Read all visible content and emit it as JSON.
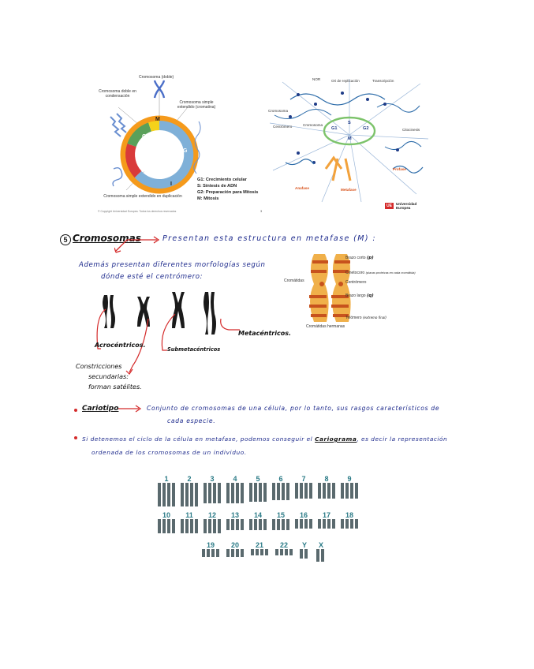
{
  "slide": {
    "cycle": {
      "label_top": "Cromosoma (doble)",
      "label_left": "Cromosoma doble en condensación",
      "label_right": "Cromosoma simple extendido (cromatina)",
      "label_bottom": "Cromosoma simple extendido en duplicación",
      "ring_letters": [
        "M",
        "G",
        "S",
        "G",
        "I"
      ],
      "legend": [
        "G1: Crecimiento celular",
        "S: Síntesis de ADN",
        "G2: Preparación para Mitosis",
        "M: Mitosis"
      ],
      "copyright": "© Copyright Universidad Europea. Todos los derechos reservados",
      "page_number": "3"
    },
    "mitosis": {
      "labels": [
        "NOR",
        "Ori de replicación",
        "Transcripción",
        "Cromosoma",
        "Cromosoma",
        "Centrómero",
        "Citocinesis",
        "Anafase",
        "Metafase",
        "Profase"
      ],
      "center": [
        "G1",
        "S",
        "G2",
        "M"
      ]
    },
    "logo": {
      "mark": "UE",
      "text": "Universidad Europea"
    }
  },
  "notes": {
    "section_number": "5",
    "section_title": "Cromosomas",
    "section_def": "Presentan esta estructura en metafase (M) :",
    "morph_intro_1": "Además presentan diferentes morfologías según",
    "morph_intro_2": "dónde esté el centrómero:",
    "types": [
      "Acrocéntricos.",
      "Submetacéntricos",
      "Metacéntricos."
    ],
    "constrictions": [
      "Constricciones",
      "secundarias:",
      "forman satélites."
    ],
    "chromosome_labels": {
      "brazo_corto": "Brazo corto",
      "brazo_corto_note": "(p)",
      "cinetocoro": "Cinetocoro",
      "cinetocoro_note": "(placas proteicas en cada cromátida)",
      "centromero": "Centrómero",
      "brazo_largo": "Brazo largo",
      "brazo_largo_note": "(q)",
      "telomero": "Telómero",
      "telomero_note": "(extremo final)",
      "cromatidas": "Cromátidas",
      "hermanas": "Cromátidas hermanas"
    },
    "bullet1_term": "Cariotipo",
    "bullet1_def_1": "Conjunto de cromosomas de una célula, por lo tanto, sus rasgos característicos de",
    "bullet1_def_2": "cada especie.",
    "bullet2_line1_a": "Si detenemos el ciclo de la célula en metafase, podemos conseguir el",
    "bullet2_line1_term": "Cariograma",
    "bullet2_line1_b": ", es decir la representación",
    "bullet2_line2": "ordenada de los cromosomas de un individuo."
  },
  "karyotype": {
    "row1": [
      "1",
      "2",
      "3",
      "4",
      "5",
      "6",
      "7",
      "8",
      "9"
    ],
    "row2": [
      "10",
      "11",
      "12",
      "13",
      "14",
      "15",
      "16",
      "17",
      "18"
    ],
    "row3": [
      "19",
      "20",
      "21",
      "22",
      "Y",
      "X"
    ]
  },
  "colors": {
    "ink_blue": "#1d2a8c",
    "ink_red": "#d42a2a",
    "karyotype_num": "#2a7a86",
    "ring_orange": "#f59a1b",
    "ring_blue": "#7fb0d8",
    "ring_red": "#d93a3a",
    "ring_green": "#5aa05a"
  }
}
